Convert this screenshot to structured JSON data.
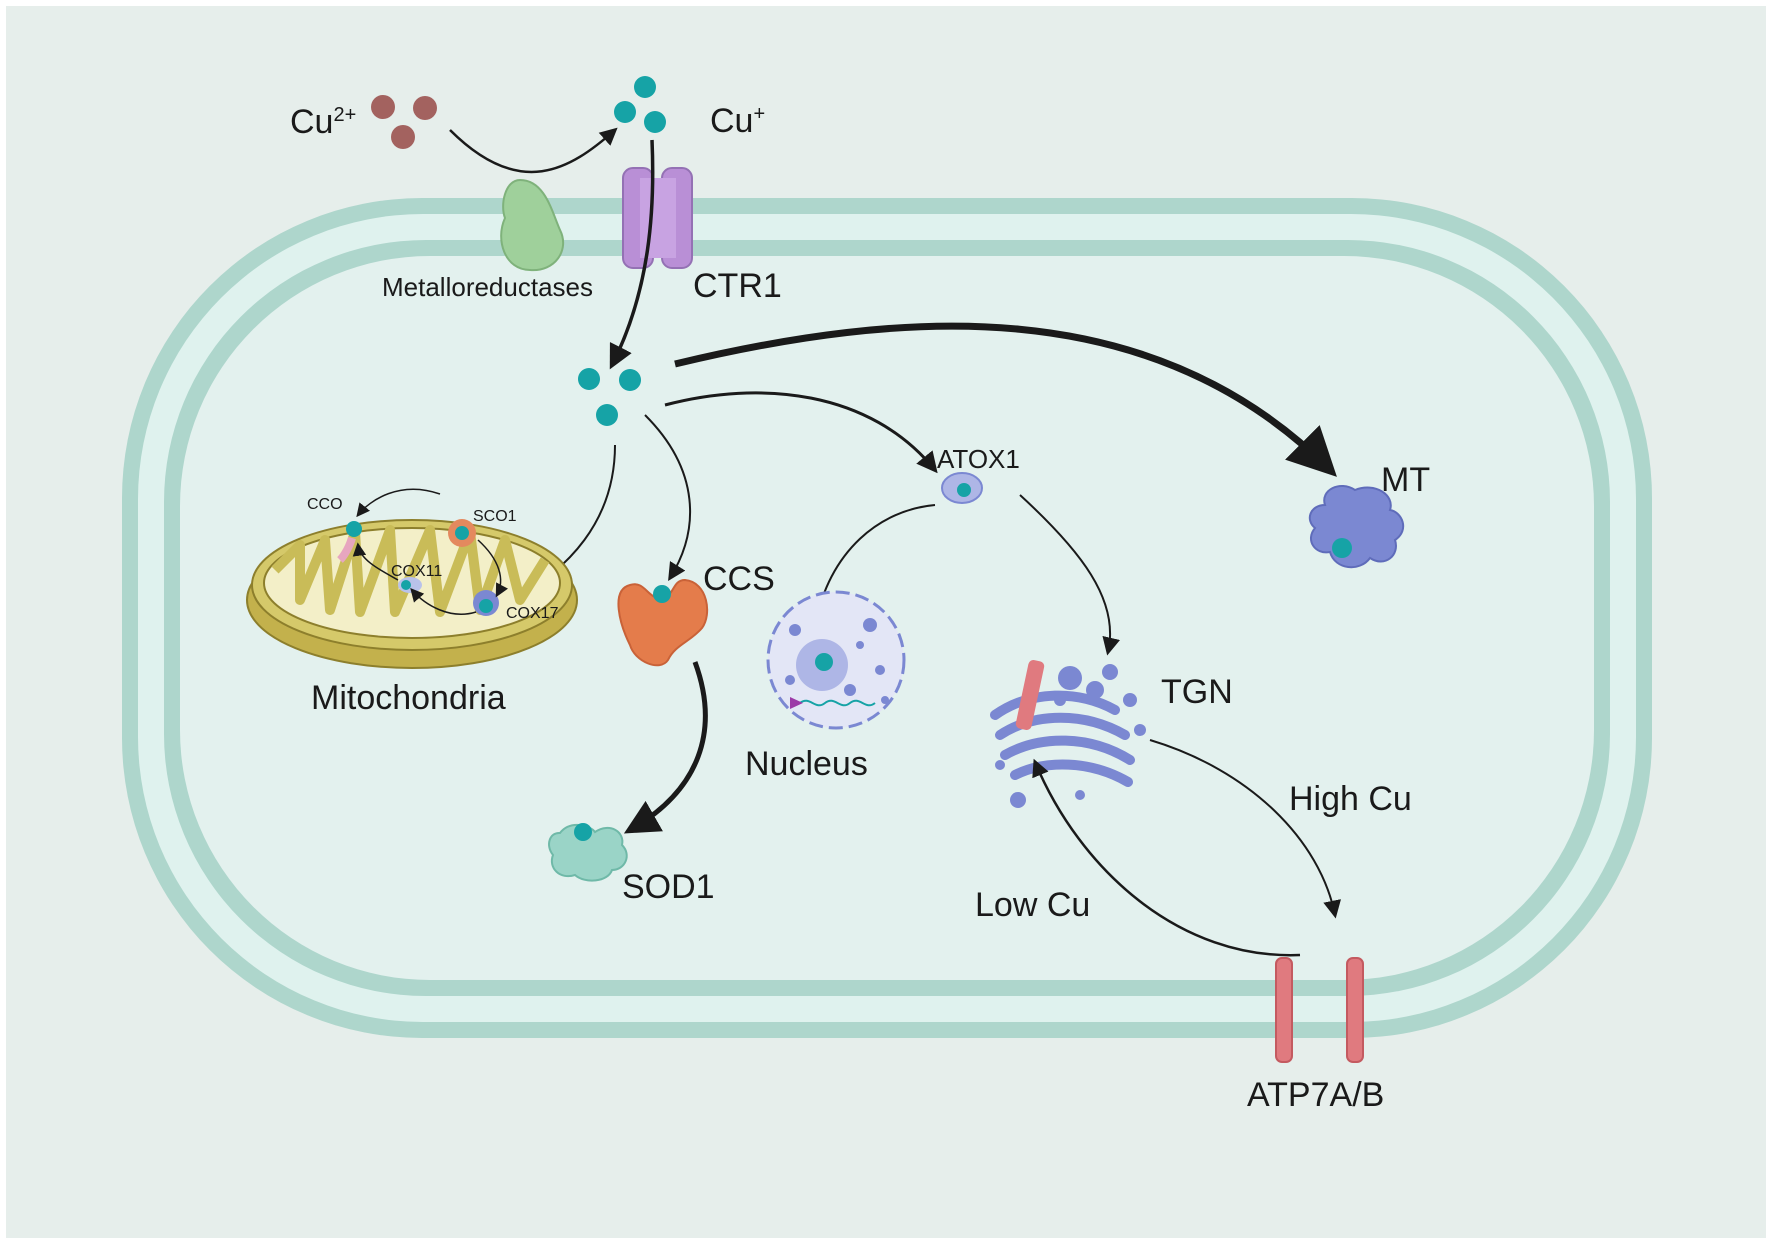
{
  "labels": {
    "cu2": "Cu",
    "cu2_sup": "2+",
    "cu1": "Cu",
    "cu1_sup": "+",
    "metalloreductases": "Metalloreductases",
    "ctr1": "CTR1",
    "atox1": "ATOX1",
    "mt": "MT",
    "cco": "CCO",
    "sco1": "SCO1",
    "cox11": "COX11",
    "cox17": "COX17",
    "mitochondria": "Mitochondria",
    "ccs": "CCS",
    "sod1": "SOD1",
    "nucleus": "Nucleus",
    "tgn": "TGN",
    "high_cu": "High Cu",
    "low_cu": "Low Cu",
    "atp7ab": "ATP7A/B"
  },
  "colors": {
    "background": "#e6eeeb",
    "membrane": "#aed6cc",
    "cytoplasm": "#e3f1ee",
    "cu2_ion": "#a3625f",
    "cu1_ion": "#16a3a6",
    "ctr1": "#b98fd6",
    "metalloreductase": "#9fd09b",
    "mitochondria": "#d5c96a",
    "ccs": "#e47c4b",
    "sod1": "#9ad4c7",
    "protein_blue": "#7b88d2",
    "atp7": "#e07a7f",
    "arrow": "#1a1a1a"
  }
}
